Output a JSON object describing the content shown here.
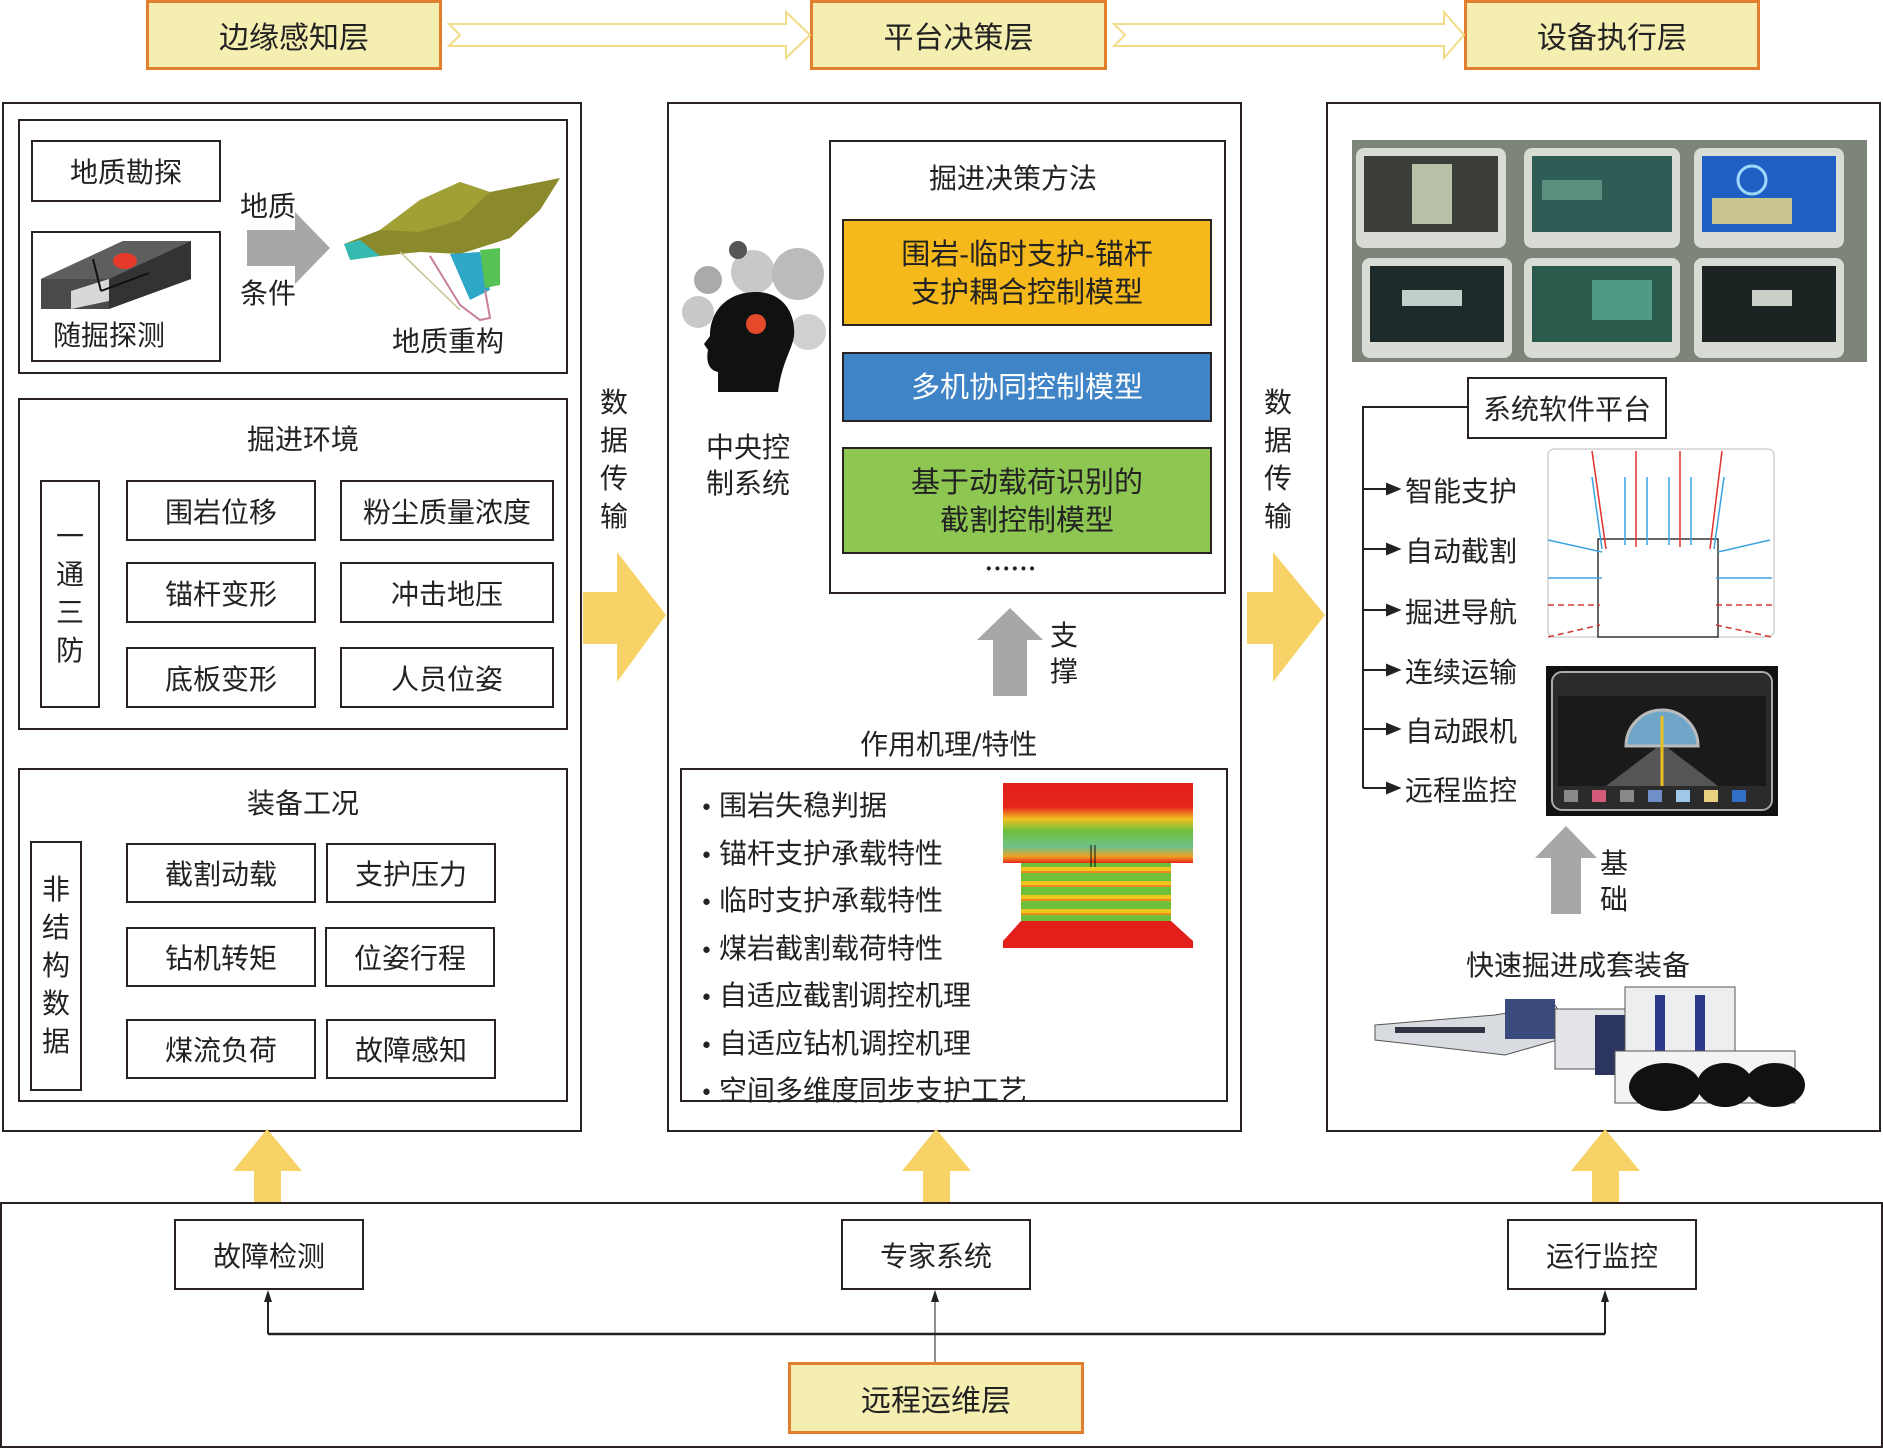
{
  "layers": {
    "edge": "边缘感知层",
    "platform": "平台决策层",
    "device": "设备执行层",
    "remote": "远程运维层"
  },
  "left": {
    "geology": {
      "survey": "地质勘探",
      "probe": "随掘探测",
      "arrow_label_top": "地质",
      "arrow_label_bottom": "条件",
      "reconstruct": "地质重构"
    },
    "environment": {
      "title": "掘进环境",
      "side_label": [
        "一",
        "通",
        "三",
        "防"
      ],
      "items": [
        "围岩位移",
        "粉尘质量浓度",
        "锚杆变形",
        "冲击地压",
        "底板变形",
        "人员位姿"
      ]
    },
    "equipment": {
      "title": "装备工况",
      "side_label": [
        "非",
        "结",
        "构",
        "数",
        "据"
      ],
      "items": [
        "截割动载",
        "支护压力",
        "钻机转矩",
        "位姿行程",
        "煤流负荷",
        "故障感知"
      ]
    }
  },
  "transfer_label": [
    "数",
    "据",
    "传",
    "输"
  ],
  "middle": {
    "central_control": [
      "中央控",
      "制系统"
    ],
    "decision": {
      "title": "掘进决策方法",
      "models": [
        {
          "lines": [
            "围岩-临时支护-锚杆",
            "支护耦合控制模型"
          ],
          "color": "#f5b91c"
        },
        {
          "lines": [
            "多机协同控制模型"
          ],
          "color": "#3f84c6"
        },
        {
          "lines": [
            "基于动载荷识别的",
            "截割控制模型"
          ],
          "color": "#8dc651"
        }
      ],
      "ellipsis": "······"
    },
    "support_label": [
      "支",
      "撑"
    ],
    "mechanism": {
      "title": "作用机理/特性",
      "items": [
        "围岩失稳判据",
        "锚杆支护承载特性",
        "临时支护承载特性",
        "煤岩截割载荷特性",
        "自适应截割调控机理",
        "自适应钻机调控机理",
        "空间多维度同步支护工艺"
      ]
    }
  },
  "right": {
    "software_platform": "系统软件平台",
    "functions": [
      "智能支护",
      "自动截割",
      "掘进导航",
      "连续运输",
      "自动跟机",
      "远程监控"
    ],
    "foundation_label": [
      "基",
      "础"
    ],
    "equipment_title": "快速掘进成套装备"
  },
  "bottom": {
    "items": [
      "故障检测",
      "专家系统",
      "运行监控"
    ]
  },
  "colors": {
    "layer_fill": "#f4eeb0",
    "layer_border": "#e27f2e",
    "yellow_arrow": "#f7d266",
    "gray_arrow": "#a8a6a6"
  }
}
